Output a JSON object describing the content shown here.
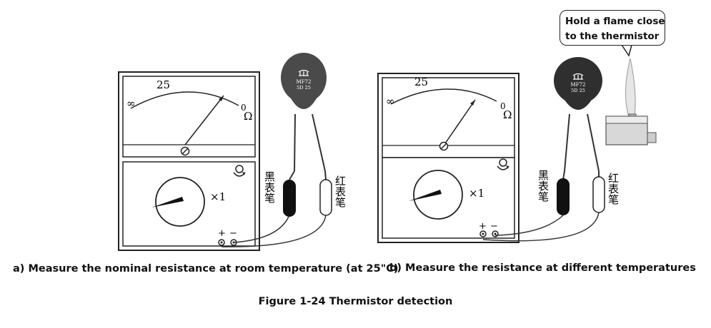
{
  "callout": {
    "line1": "Hold a flame close",
    "line2": "to the thermistor"
  },
  "meters": [
    {
      "scale_label": "25",
      "infinity": "∞",
      "ohm": "Ω",
      "range": "×1",
      "plus": "+",
      "minus": "−",
      "black_probe": "黑表笔",
      "red_probe": "红表笔",
      "thermistor_model": "MF72",
      "thermistor_code": "5D 25"
    },
    {
      "scale_label": "25",
      "infinity": "∞",
      "ohm": "Ω",
      "range": "×1",
      "plus": "+",
      "minus": "−",
      "black_probe": "黑表笔",
      "red_probe": "红表笔",
      "thermistor_model": "MF72",
      "thermistor_code": "5D 25"
    }
  ],
  "captions": {
    "a": "a) Measure the nominal resistance at room temperature (at 25\"C)",
    "b": "b) Measure the resistance at different temperatures",
    "figure": "Figure 1-24 Thermistor detection"
  }
}
